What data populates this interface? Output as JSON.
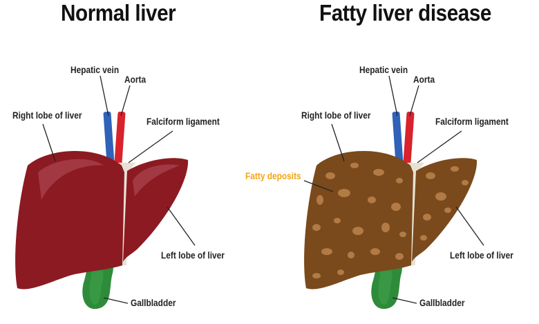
{
  "normal": {
    "title": "Normal liver",
    "labels": {
      "hepatic_vein": "Hepatic vein",
      "aorta": "Aorta",
      "right_lobe": "Right lobe of liver",
      "falciform": "Falciform ligament",
      "left_lobe": "Left lobe of liver",
      "gallbladder": "Gallbladder"
    },
    "colors": {
      "liver": "#8c1a22",
      "highlight": "#a8404a"
    }
  },
  "fatty": {
    "title": "Fatty liver disease",
    "labels": {
      "hepatic_vein": "Hepatic vein",
      "aorta": "Aorta",
      "right_lobe": "Right lobe of liver",
      "falciform": "Falciform ligament",
      "fatty_deposits": "Fatty deposits",
      "left_lobe": "Left lobe of liver",
      "gallbladder": "Gallbladder"
    },
    "colors": {
      "liver": "#7a4a1c",
      "deposits": "#b27a45",
      "fatty_label": "#f2a516"
    }
  },
  "colors": {
    "vein": "#2f62b8",
    "aorta": "#d8222c",
    "gallbladder": "#2e8b3a",
    "ligament": "#e8e2d4"
  }
}
